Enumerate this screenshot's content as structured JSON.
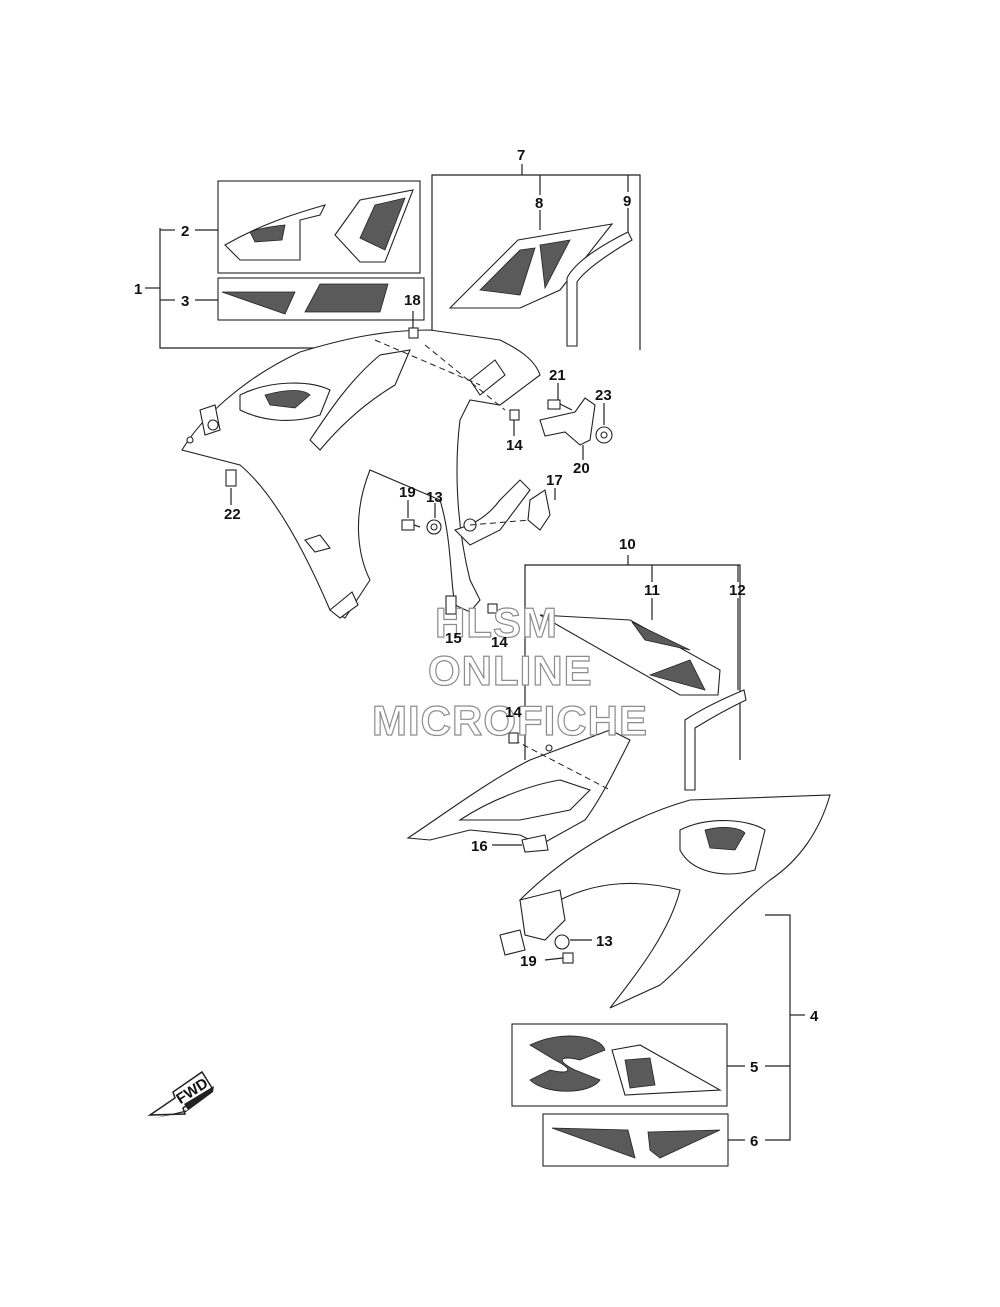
{
  "callouts": {
    "c1": "1",
    "c2": "2",
    "c3": "3",
    "c4": "4",
    "c5": "5",
    "c6": "6",
    "c7": "7",
    "c8": "8",
    "c9": "9",
    "c10": "10",
    "c11": "11",
    "c12": "12",
    "c13a": "13",
    "c13b": "13",
    "c14a": "14",
    "c14b": "14",
    "c14c": "14",
    "c15": "15",
    "c16": "16",
    "c17": "17",
    "c18": "18",
    "c19a": "19",
    "c19b": "19",
    "c20": "20",
    "c21": "21",
    "c22": "22",
    "c23": "23"
  },
  "watermark": {
    "line1": "HLSM",
    "line2": "ONLINE",
    "line3": "MICROFICHE"
  },
  "fwd_label": "FWD"
}
